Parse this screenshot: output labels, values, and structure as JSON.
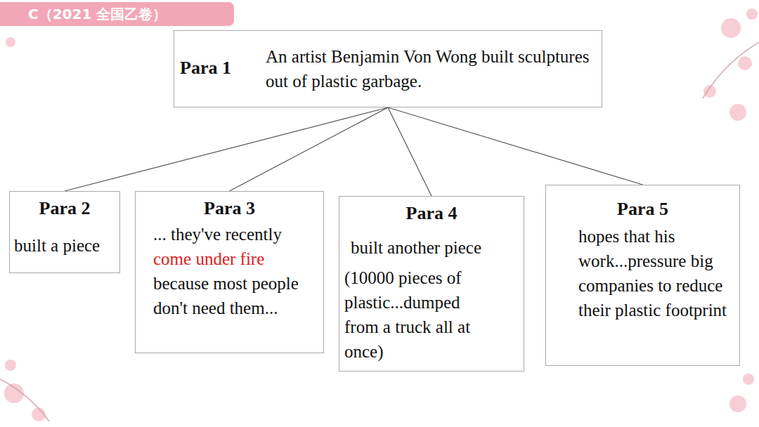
{
  "diagram": {
    "title": "C（2021 全国乙卷）",
    "nodes": [
      {
        "text": [
          "Para 1",
          "An artist Benjamin Von Wong built sculptures out of plastic garbage."
        ]
      },
      {
        "text": [
          "Para 2",
          "built a piece"
        ]
      },
      {
        "text": [
          "Para 3",
          "... they've recently",
          "come under fire",
          "because most people don't need them..."
        ]
      },
      {
        "text": [
          "Para 4",
          "built another piece",
          "(10000 pieces of plastic...dumped from a truck all at once)"
        ]
      },
      {
        "text": [
          "Para 5",
          "hopes that his work...pressure big companies to reduce their plastic footprint"
        ]
      }
    ],
    "edges": [
      {
        "from": 0,
        "to": 1,
        "arrow": "none"
      },
      {
        "from": 0,
        "to": 2,
        "arrow": "none"
      },
      {
        "from": 0,
        "to": 3,
        "arrow": "none"
      },
      {
        "from": 0,
        "to": 4,
        "arrow": "none"
      }
    ]
  }
}
